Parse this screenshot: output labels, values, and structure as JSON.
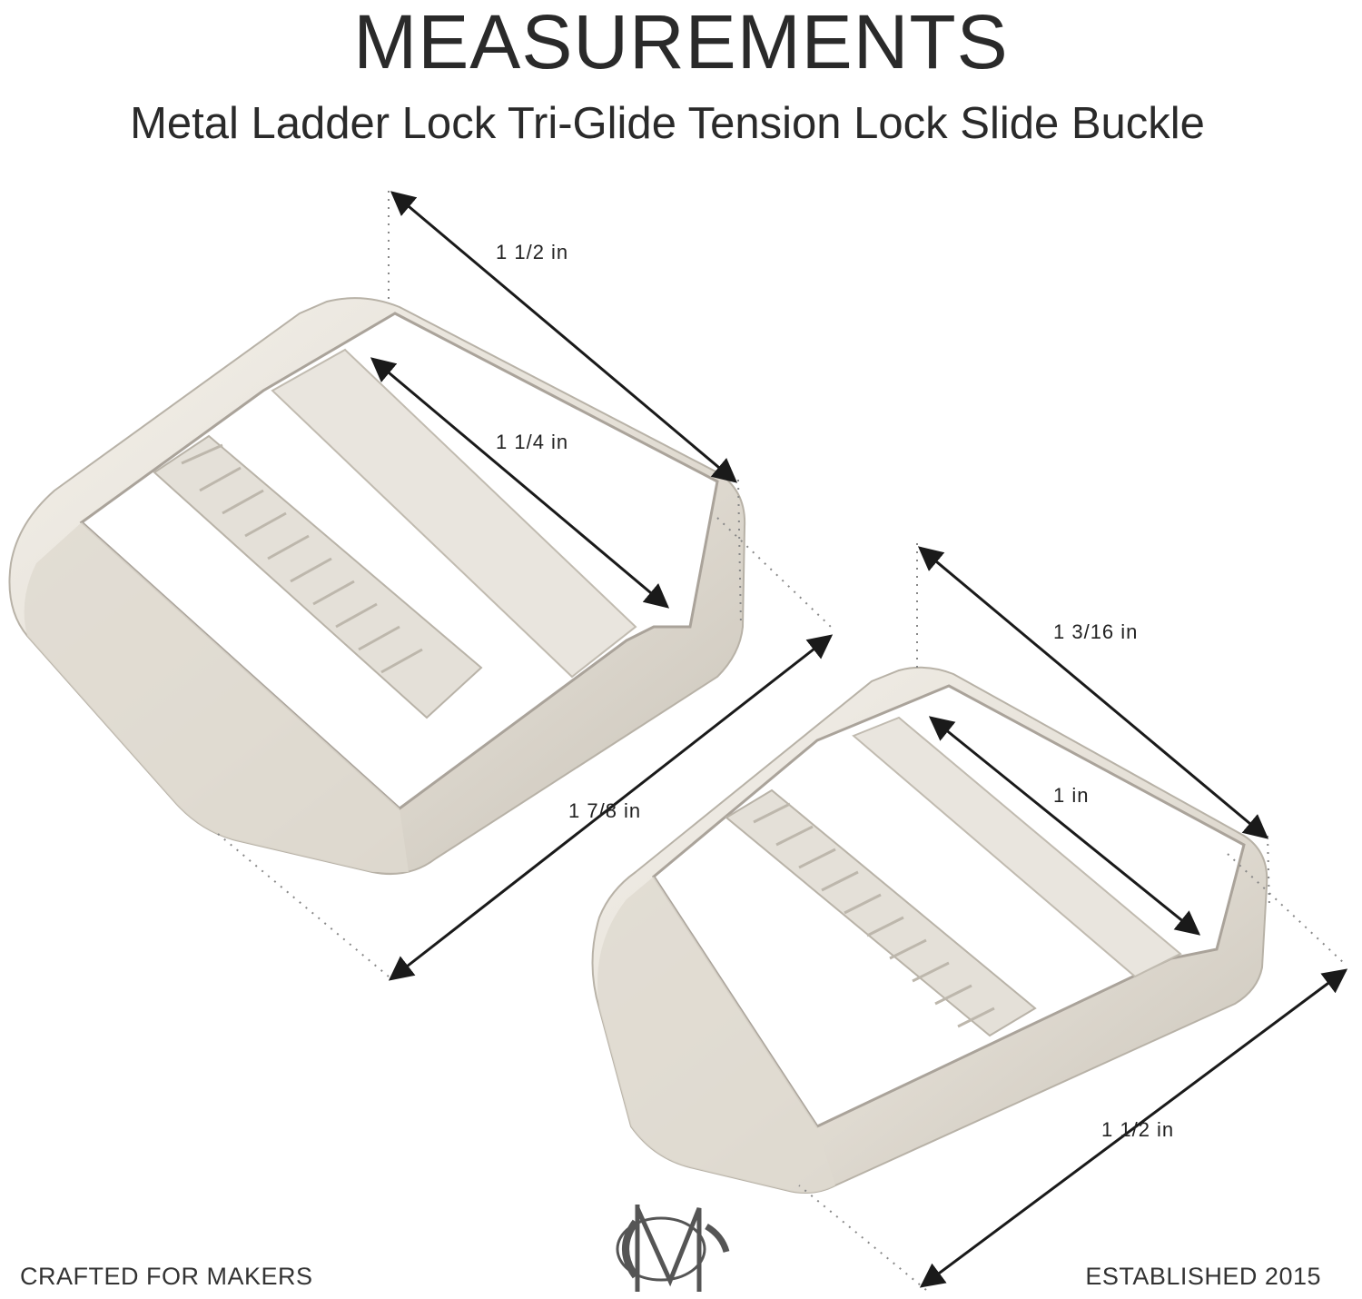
{
  "header": {
    "title": "MEASUREMENTS",
    "subtitle": "Metal Ladder Lock Tri-Glide Tension Lock Slide Buckle"
  },
  "large_buckle": {
    "outer_width": "1 1/2 in",
    "inner_width": "1 1/4 in",
    "length": "1 7/8 in"
  },
  "small_buckle": {
    "outer_width": "1 3/16 in",
    "inner_width": "1 in",
    "length": "1 1/2 in"
  },
  "footer": {
    "left": "CRAFTED FOR MAKERS",
    "right": "ESTABLISHED 2015",
    "logo_text": "MC"
  },
  "colors": {
    "metal": "#e8e4dc",
    "metal_shadow": "#cfc9bf",
    "text": "#222222"
  }
}
